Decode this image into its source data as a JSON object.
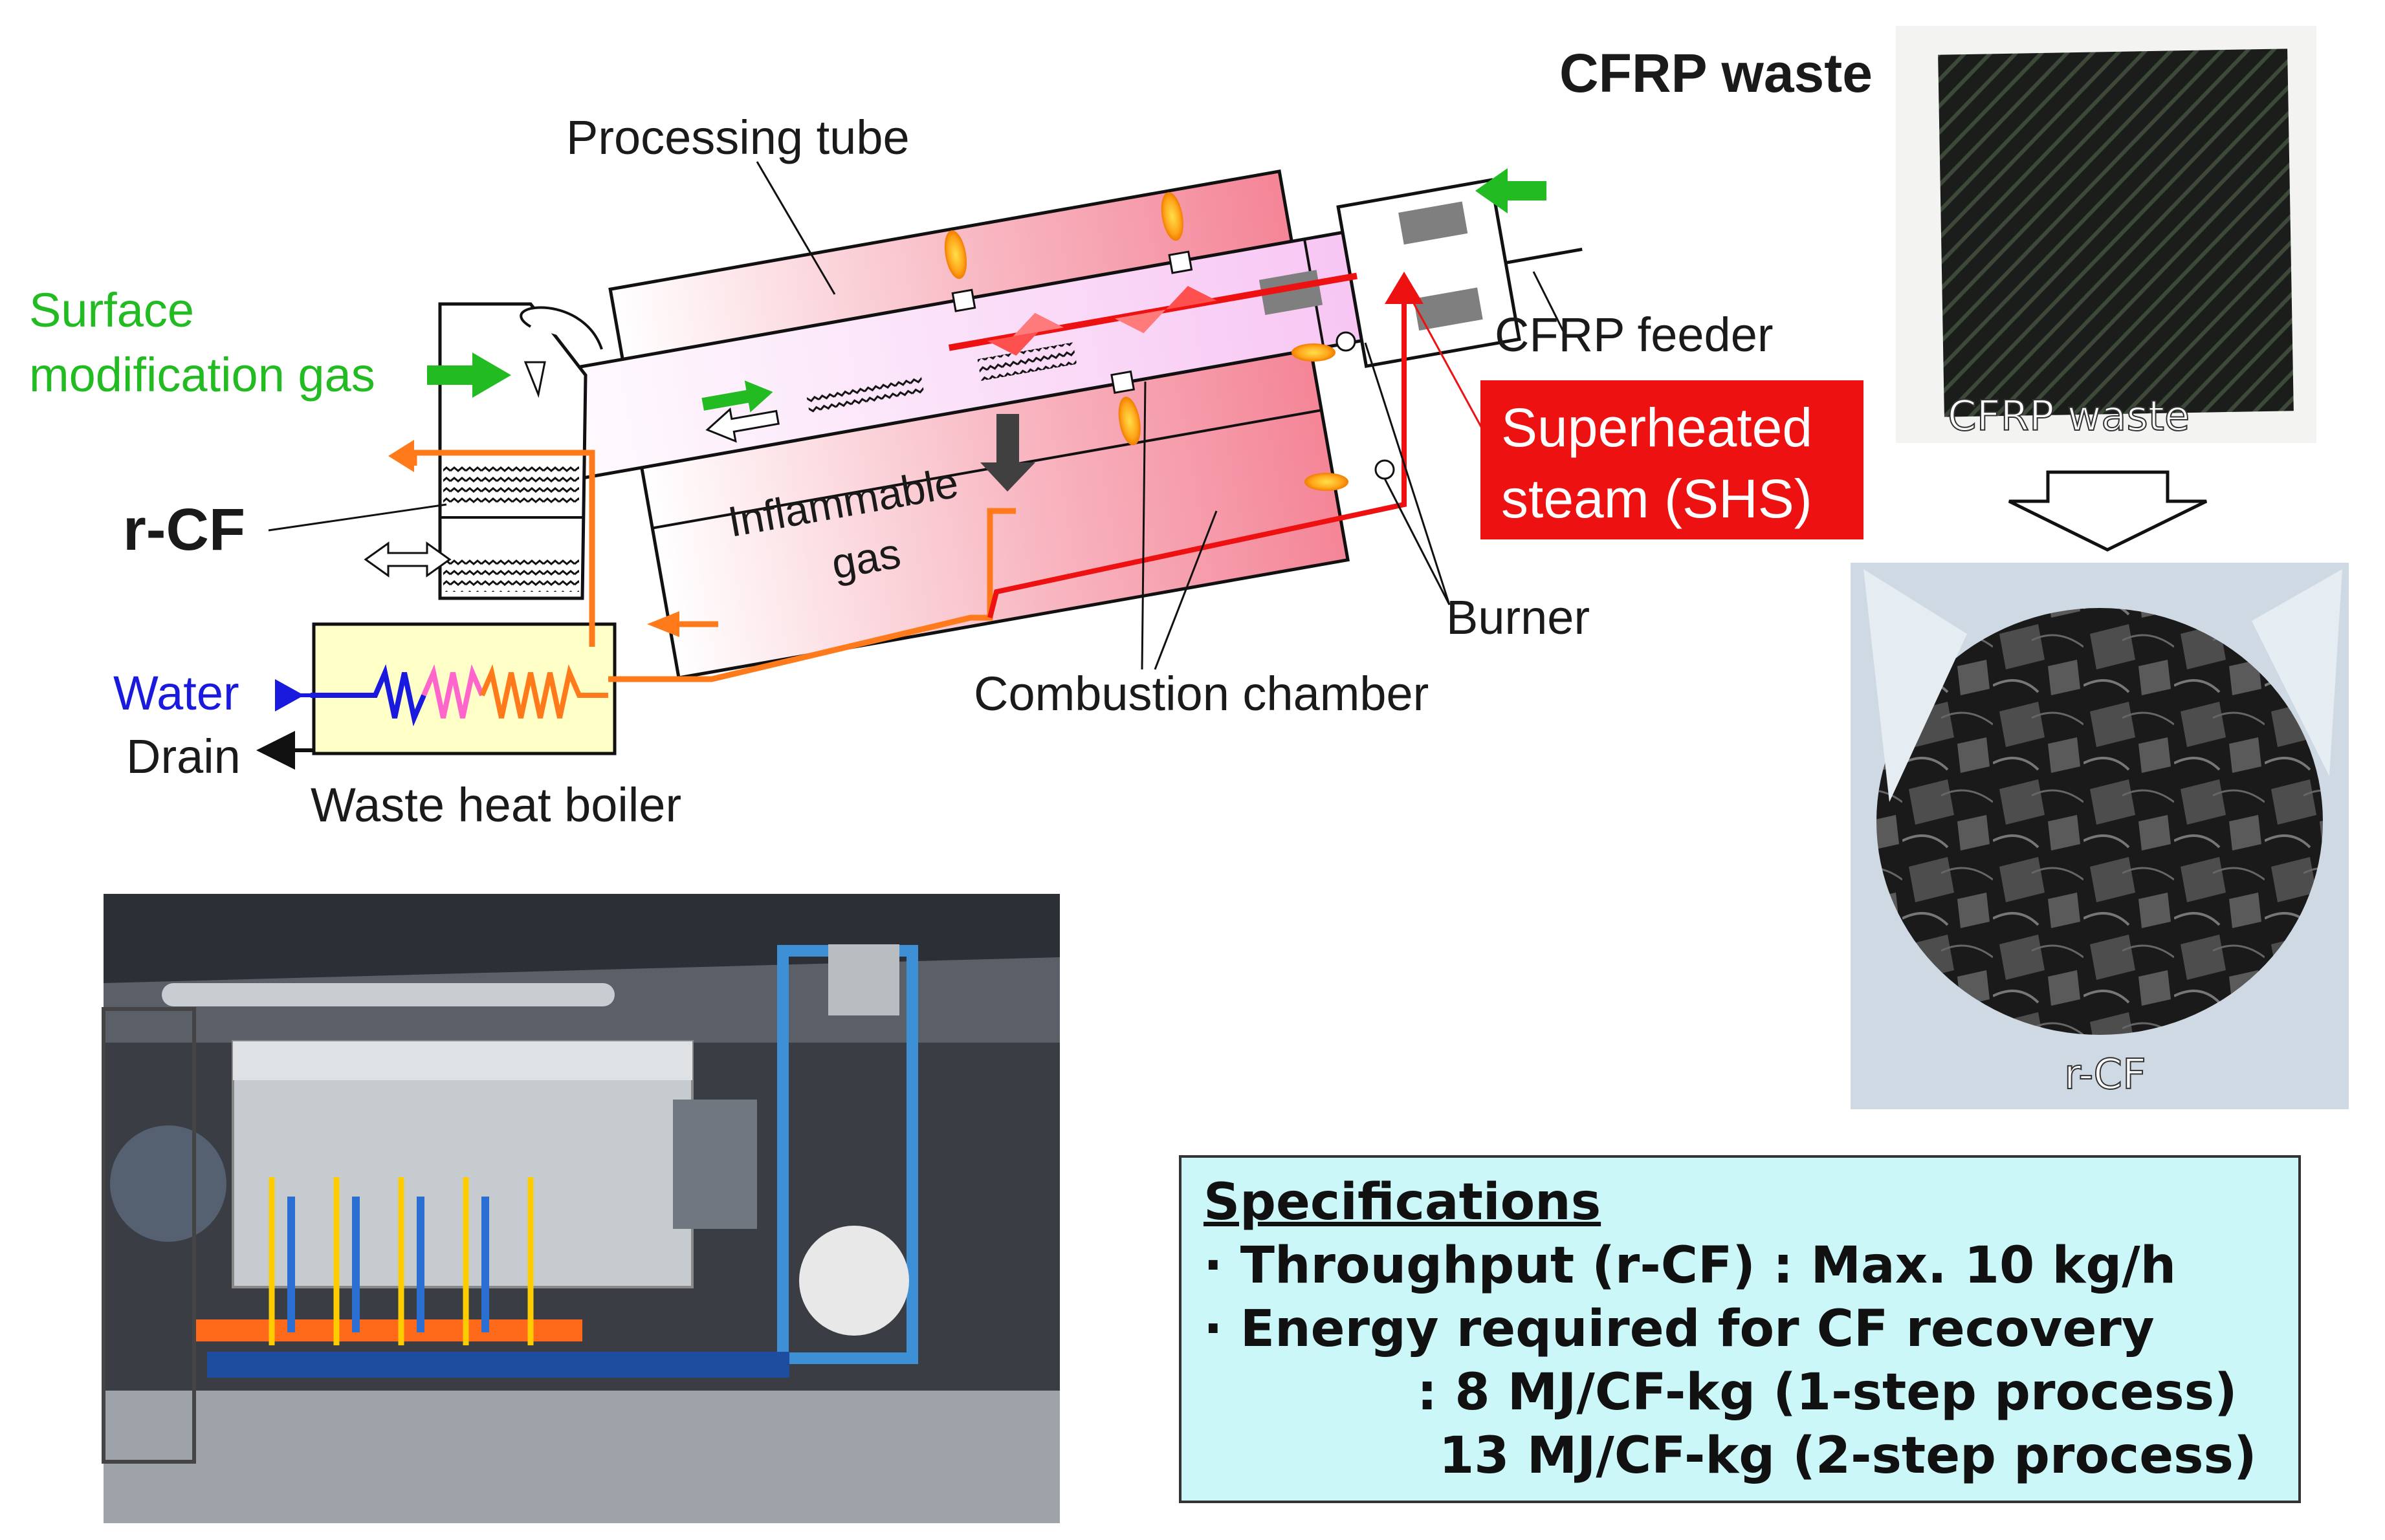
{
  "labels": {
    "processing_tube": "Processing tube",
    "cfrp_waste_title": "CFRP waste",
    "cfrp_feeder": "CFRP feeder",
    "surface_gas_1": "Surface",
    "surface_gas_2": "modification gas",
    "r_cf": "r-CF",
    "inflammable_1": "Inflammable",
    "inflammable_2": "gas",
    "shs_1": "Superheated",
    "shs_2": "steam (SHS)",
    "burner": "Burner",
    "combustion_chamber": "Combustion chamber",
    "water": "Water",
    "drain": "Drain",
    "waste_heat_boiler": "Waste heat boiler"
  },
  "photos": {
    "cfrp_caption": "CFRP waste",
    "rcf_caption": "r-CF"
  },
  "specs": {
    "title": "Specifications",
    "throughput": "· Throughput (r-CF) : Max. 10 kg/h",
    "energy": "· Energy required for CF recovery",
    "step1": ": 8 MJ/CF-kg (1-step process)",
    "step2": "13 MJ/CF-kg (2-step process)"
  },
  "colors": {
    "green_text": "#22bb22",
    "water_blue": "#1a1adf",
    "shs_red": "#ee1111",
    "orange_pipe": "#ff7a1a",
    "spec_bg": "#ccf7f9",
    "boiler_bg": "#ffffc8"
  }
}
